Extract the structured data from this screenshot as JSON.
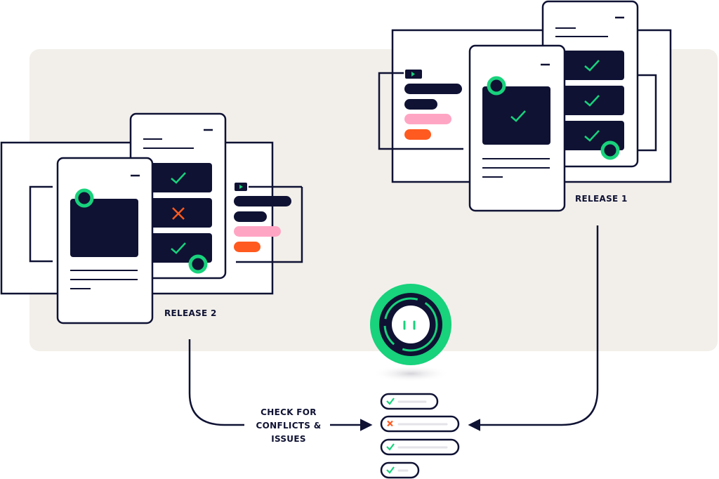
{
  "colors": {
    "navy": "#0f1233",
    "green": "#18d27c",
    "orange": "#ff5a1f",
    "pink": "#ffa5c4",
    "panel": "#f2efea",
    "white": "#ffffff"
  },
  "labels": {
    "release_1": "RELEASE 1",
    "release_2": "RELEASE 2",
    "check_line_1": "CHECK FOR",
    "check_line_2": "CONFLICTS &",
    "check_line_3": "ISSUES"
  },
  "checklist": [
    {
      "status": "check",
      "icon": "checkmark-icon"
    },
    {
      "status": "fail",
      "icon": "x-icon"
    },
    {
      "status": "check",
      "icon": "checkmark-icon"
    },
    {
      "status": "check",
      "icon": "checkmark-icon"
    }
  ],
  "release_2_cards": [
    {
      "status": "check",
      "icon": "checkmark-icon"
    },
    {
      "status": "fail",
      "icon": "x-icon"
    },
    {
      "status": "check",
      "icon": "checkmark-icon"
    }
  ],
  "release_1_cards": [
    {
      "status": "check",
      "icon": "checkmark-icon"
    },
    {
      "status": "check",
      "icon": "checkmark-icon"
    },
    {
      "status": "check",
      "icon": "checkmark-icon"
    }
  ]
}
